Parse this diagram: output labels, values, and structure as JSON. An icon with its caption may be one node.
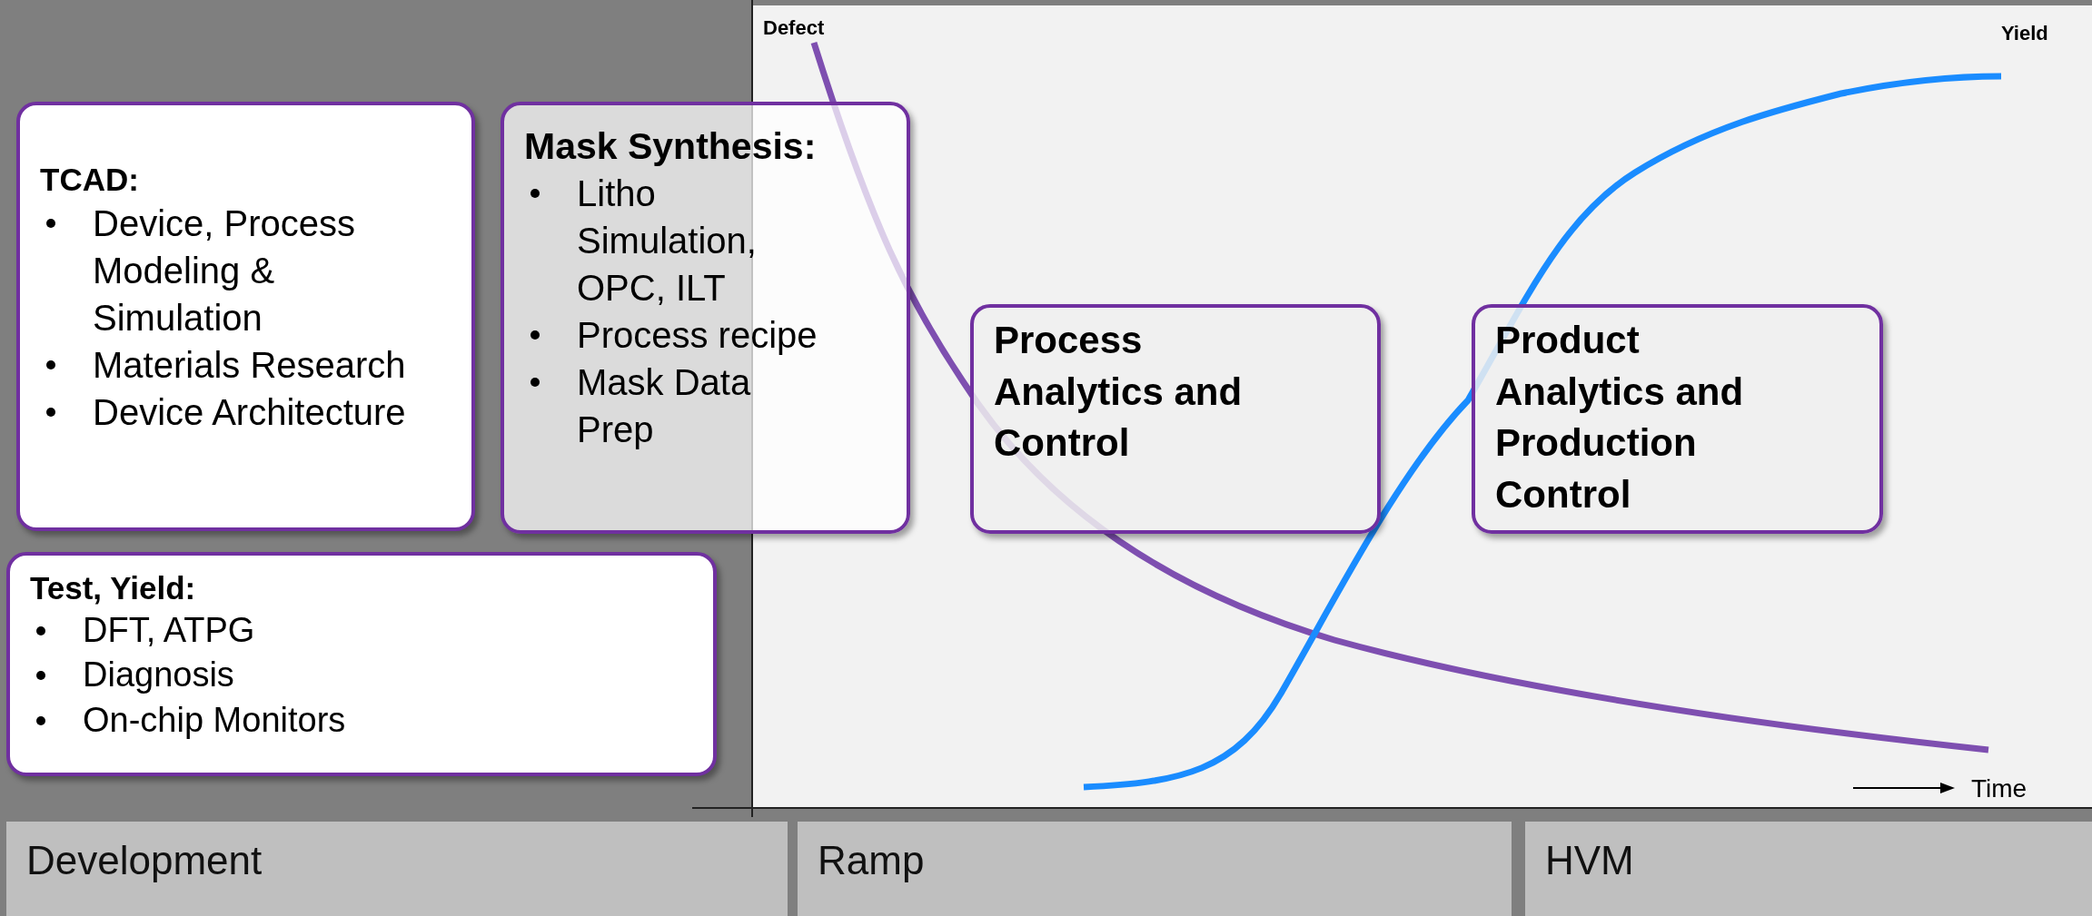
{
  "diagram": {
    "nodes": [
      {
        "text": [
          "TCAD:",
          "Device, Process Modeling & Simulation",
          "Materials Research",
          "Device Architecture"
        ]
      },
      {
        "text": [
          "Mask Synthesis:",
          "Litho Simulation, OPC, ILT",
          "Process recipe",
          "Mask Data Prep"
        ]
      },
      {
        "text": [
          "Test, Yield:",
          "DFT, ATPG",
          "Diagnosis",
          "On-chip Monitors"
        ]
      },
      {
        "text": [
          "Process Analytics and Control"
        ]
      },
      {
        "text": [
          "Product Analytics and Production Control"
        ]
      },
      {
        "text": [
          "Development"
        ]
      },
      {
        "text": [
          "Ramp"
        ]
      },
      {
        "text": [
          "HVM"
        ]
      }
    ],
    "edges": [],
    "labels": [
      "Defect",
      "Yield",
      "Time"
    ]
  }
}
